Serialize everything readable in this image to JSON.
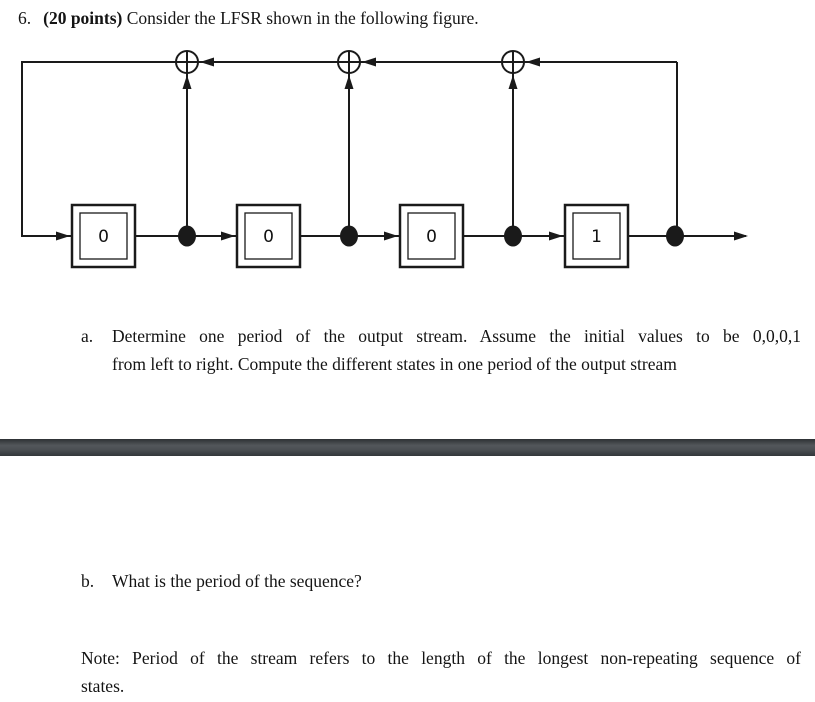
{
  "title": {
    "number": "6.",
    "points": "(20 points)",
    "text": "Consider the LFSR shown in the following figure."
  },
  "figure": {
    "registers": [
      "0",
      "0",
      "0",
      "1"
    ]
  },
  "item_a": {
    "label": "a.",
    "line1": "Determine one period of the output stream. Assume the initial values to be 0,0,0,1",
    "line2": "from left to right. Compute the different states in one period of the output stream"
  },
  "item_b": {
    "label": "b.",
    "text": "What is the period of the sequence?"
  },
  "note": {
    "line1": "Note: Period of the stream refers to the length of the longest non-repeating sequence of",
    "line2": "states."
  },
  "divider": {
    "color_top": "#2d3134",
    "color_mid": "#53575b",
    "color_bottom": "#33373a"
  }
}
